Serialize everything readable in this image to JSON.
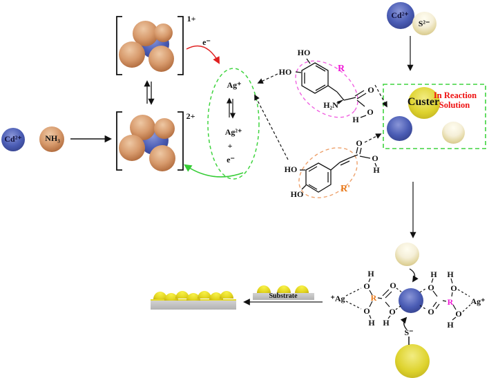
{
  "left": {
    "cd": "Cd²⁺",
    "nh3": "NH₃"
  },
  "clusters": {
    "charge_top": "1+",
    "charge_bottom": "2+"
  },
  "transfer": {
    "electron": "e⁻"
  },
  "silver": {
    "ag_plus": "Ag⁺",
    "ag_2plus": "Ag²⁺",
    "plus": "+",
    "electron": "e⁻"
  },
  "dopa": {
    "ho_top": "HO",
    "ho_left": "HO",
    "r": "R",
    "h2n": "H₂N",
    "o_carbonyl": "O",
    "o_hydroxyl": "O",
    "h": "H"
  },
  "caffeic": {
    "o_carbonyl": "O",
    "o_hydroxyl": "O",
    "h": "H",
    "ho_top": "HO",
    "ho_bottom": "HO",
    "r_prime": "R'"
  },
  "precursors": {
    "cd": "Cd²⁺",
    "s": "S²⁻"
  },
  "reaction_box": {
    "cluster": "Custer",
    "note_line1": "In Reaction",
    "note_line2": "Solution"
  },
  "complex": {
    "ag_left": "⁺Ag",
    "ag_right": "Ag⁺",
    "r_left": "R",
    "r_right": "R",
    "h": "H",
    "o": "O",
    "s_minus": "S⁻"
  },
  "substrate": {
    "label": "Substrate"
  },
  "colors": {
    "green_dash": "#3ed43e",
    "magenta": "#f016d6",
    "magenta_dash": "#f060e0",
    "orange": "#e87818",
    "orange_dash": "#eda06a",
    "red_note": "#ee1111",
    "red_arrow": "#e02020",
    "blue_sphere": "#4a5cb4",
    "tan_sphere": "#d79a6c",
    "yellow_sphere": "#ded32e",
    "cream_sphere": "#efe8c8",
    "substrate_gray": "#c0c0c0"
  }
}
